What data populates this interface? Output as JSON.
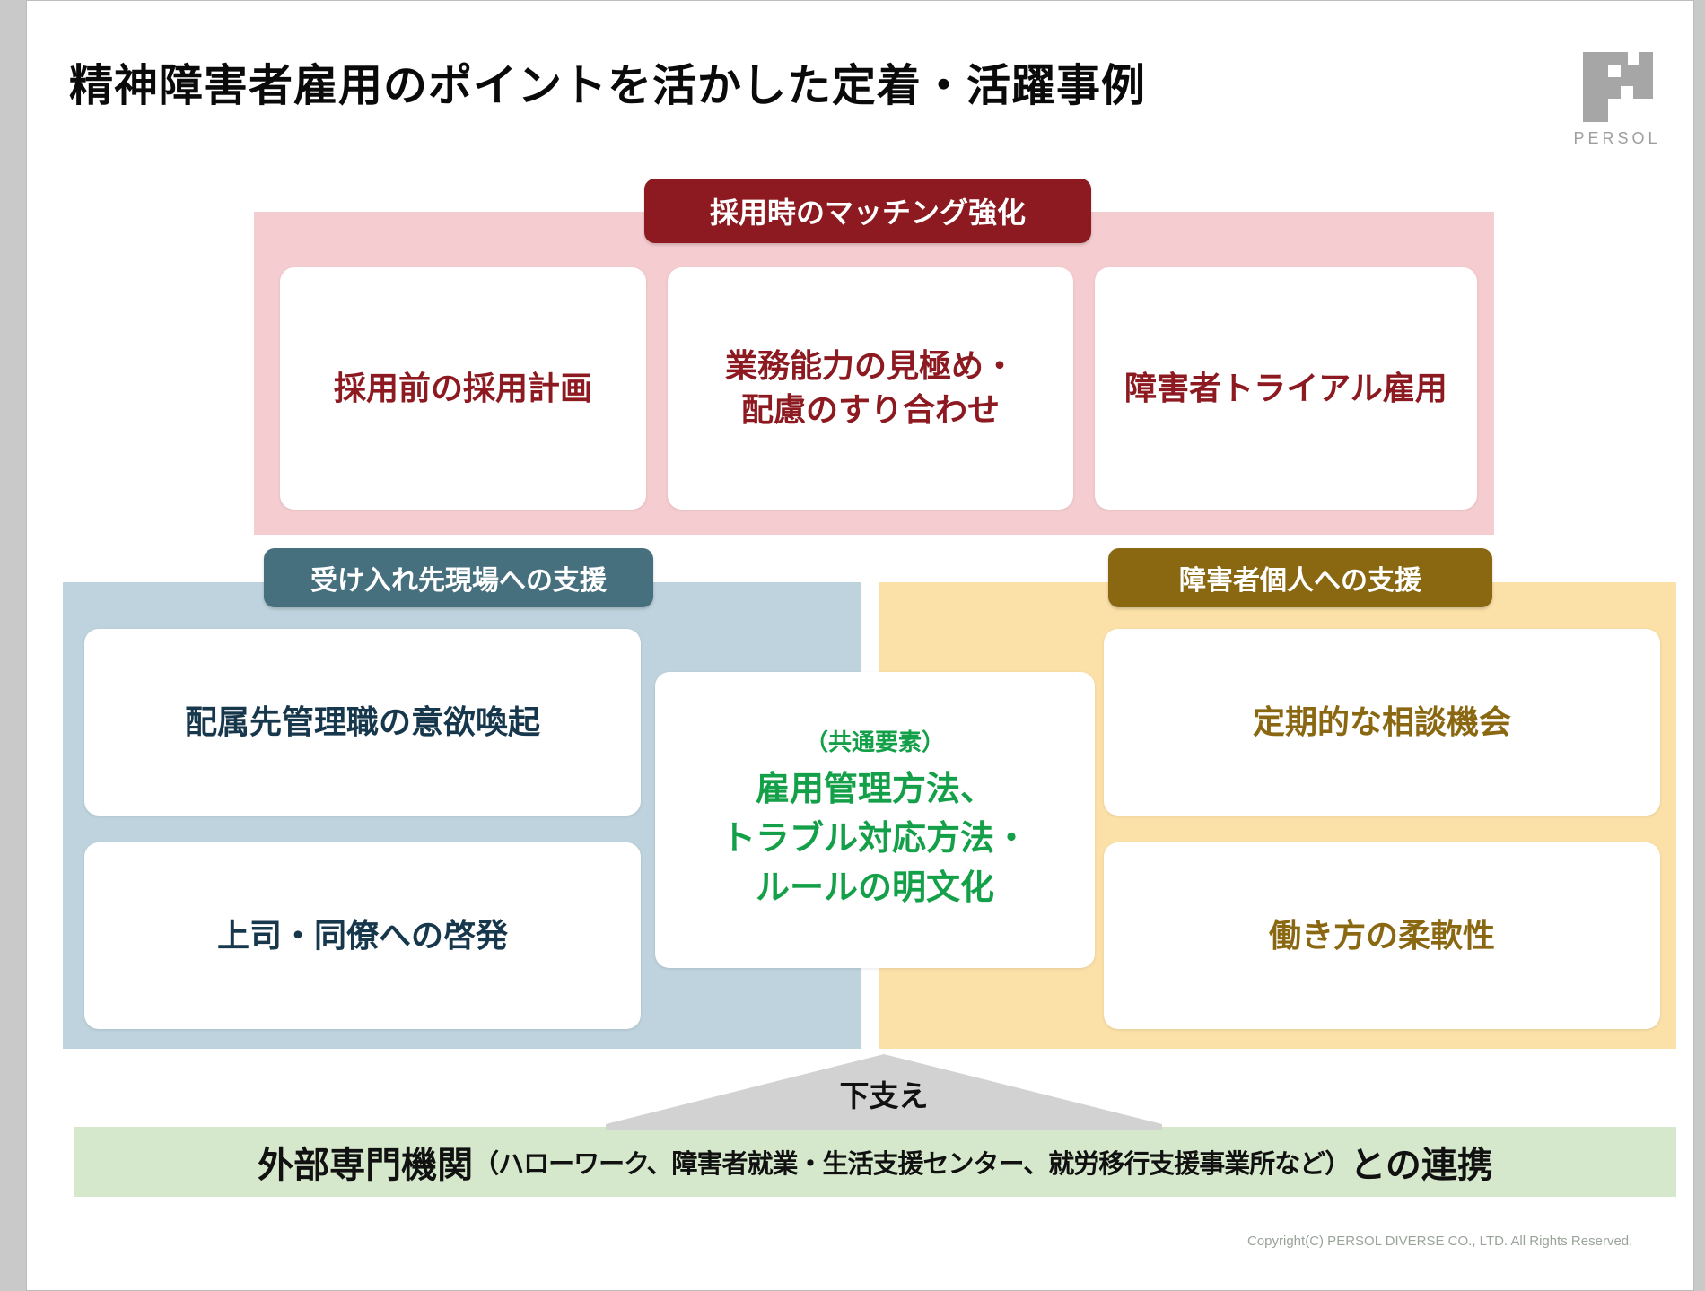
{
  "header": {
    "title": "精神障害者雇用のポイントを活かした定着・活躍事例",
    "logo_name": "persol-logo",
    "logo_text": "PERSOL"
  },
  "colors": {
    "dark_red": "#8c1a20",
    "pink_panel": "#f5cdd0",
    "slate_blue": "#47707f",
    "blue_panel": "#bed3dd",
    "navy_text": "#17384c",
    "gold": "#8a6711",
    "gold_panel": "#fbe0a8",
    "green_text": "#13a048",
    "green_panel": "#d6e8cc",
    "arrow_grey": "#d2d2d2"
  },
  "sections": {
    "recruitment": {
      "label": "採用時のマッチング強化",
      "cards": [
        "採用前の採用計画",
        "業務能力の見極め・\n配慮のすり合わせ",
        "障害者トライアル雇用"
      ],
      "card_lines": [
        [
          "採用前の採用計画"
        ],
        [
          "業務能力の見極め・",
          "配慮のすり合わせ"
        ],
        [
          "障害者トライアル雇用"
        ]
      ]
    },
    "workplace_support": {
      "label": "受け入れ先現場への支援",
      "cards": [
        "配属先管理職の意欲喚起",
        "上司・同僚への啓発"
      ]
    },
    "individual_support": {
      "label": "障害者個人への支援",
      "cards": [
        "定期的な相談機会",
        "働き方の柔軟性"
      ]
    },
    "common_element": {
      "sub_label": "（共通要素）",
      "lines": [
        "雇用管理方法、",
        "トラブル対応方法・",
        "ルールの明文化"
      ]
    }
  },
  "foundation": {
    "arrow_label": "下支え",
    "bar_prefix": "外部専門機関",
    "bar_paren": "（ハローワーク、障害者就業・生活支援センター、就労移行支援事業所など）",
    "bar_suffix": "との連携"
  },
  "footer": {
    "copyright": "Copyright(C) PERSOL DIVERSE CO., LTD. All Rights Reserved."
  }
}
